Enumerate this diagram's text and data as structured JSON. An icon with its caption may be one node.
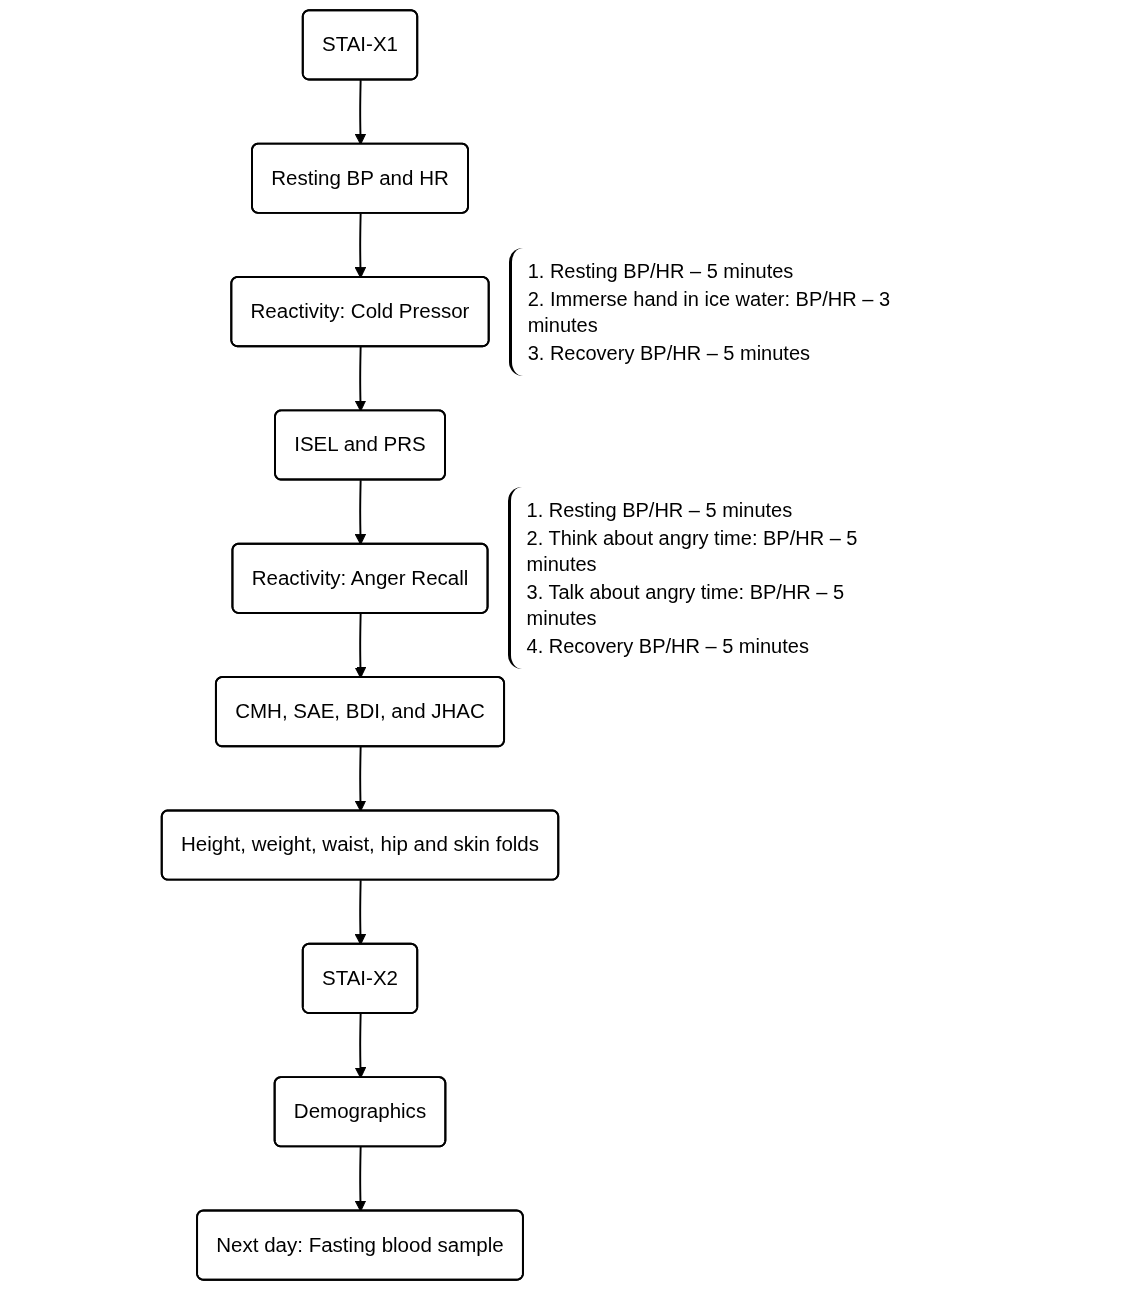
{
  "diagram": {
    "nodes": [
      {
        "text": [
          "STAI-X1"
        ]
      },
      {
        "text": [
          "Resting BP and HR"
        ]
      },
      {
        "text": [
          "Reactivity: Cold Pressor"
        ],
        "beside": [
          "1. Resting BP/HR – 5 minutes",
          "2. Immerse hand in ice water: BP/HR – 3 minutes",
          "3. Recovery BP/HR – 5 minutes"
        ]
      },
      {
        "text": [
          "ISEL and PRS"
        ]
      },
      {
        "text": [
          "Reactivity: Anger Recall"
        ],
        "beside": [
          "1. Resting BP/HR – 5 minutes",
          "2. Think about angry time: BP/HR – 5 minutes",
          "3. Talk about angry time: BP/HR – 5 minutes",
          "4. Recovery BP/HR – 5 minutes"
        ]
      },
      {
        "text": [
          "CMH, SAE, BDI, and JHAC"
        ]
      },
      {
        "text": [
          "Height, weight, waist, hip and skin folds"
        ]
      },
      {
        "text": [
          "STAI-X2"
        ]
      },
      {
        "text": [
          "Demographics"
        ]
      },
      {
        "text": [
          "Next day: Fasting blood sample"
        ]
      }
    ],
    "edges": [
      {
        "from": 0,
        "to": 1,
        "arrow": "to"
      },
      {
        "from": 1,
        "to": 2,
        "arrow": "to"
      },
      {
        "from": 2,
        "to": 3,
        "arrow": "to"
      },
      {
        "from": 3,
        "to": 4,
        "arrow": "to"
      },
      {
        "from": 4,
        "to": 5,
        "arrow": "to"
      },
      {
        "from": 5,
        "to": 6,
        "arrow": "to"
      },
      {
        "from": 6,
        "to": 7,
        "arrow": "to"
      },
      {
        "from": 7,
        "to": 8,
        "arrow": "to"
      },
      {
        "from": 8,
        "to": 9,
        "arrow": "to"
      }
    ]
  }
}
